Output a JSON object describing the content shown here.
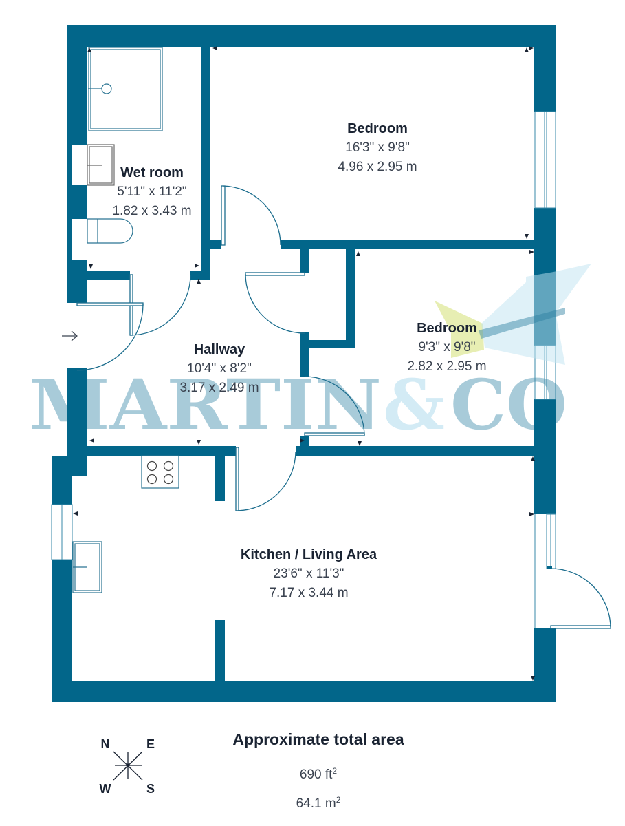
{
  "plan": {
    "rooms": [
      {
        "id": "wet-room",
        "name": "Wet room",
        "imperial": "5'11\" x 11'2\"",
        "metric": "1.82 x 3.43 m"
      },
      {
        "id": "bedroom-1",
        "name": "Bedroom",
        "imperial": "16'3\" x 9'8\"",
        "metric": "4.96 x 2.95 m"
      },
      {
        "id": "bedroom-2",
        "name": "Bedroom",
        "imperial": "9'3\" x 9'8\"",
        "metric": "2.82 x 2.95 m"
      },
      {
        "id": "hallway",
        "name": "Hallway",
        "imperial": "10'4\" x 8'2\"",
        "metric": "3.17 x 2.49 m"
      },
      {
        "id": "kitchen-living",
        "name": "Kitchen / Living Area",
        "imperial": "23'6\" x 11'3\"",
        "metric": "7.17 x 3.44 m"
      }
    ],
    "entrance_icon": "arrow-right-icon"
  },
  "watermark": {
    "part1": "MARTIN",
    "amp": "&",
    "part2": "CO"
  },
  "compass": {
    "n": "N",
    "e": "E",
    "w": "W",
    "s": "S"
  },
  "summary": {
    "title": "Approximate total area",
    "imperial_value": "690 ft",
    "imperial_sup": "2",
    "metric_value": "64.1 m",
    "metric_sup": "2"
  },
  "colors": {
    "wall": "#02668a",
    "door_line": "#1d6e8e",
    "watermark": "#a8cbd9",
    "watermark_light": "#d3ebf5",
    "label": "#1a2332",
    "dims": "#3b4350"
  }
}
